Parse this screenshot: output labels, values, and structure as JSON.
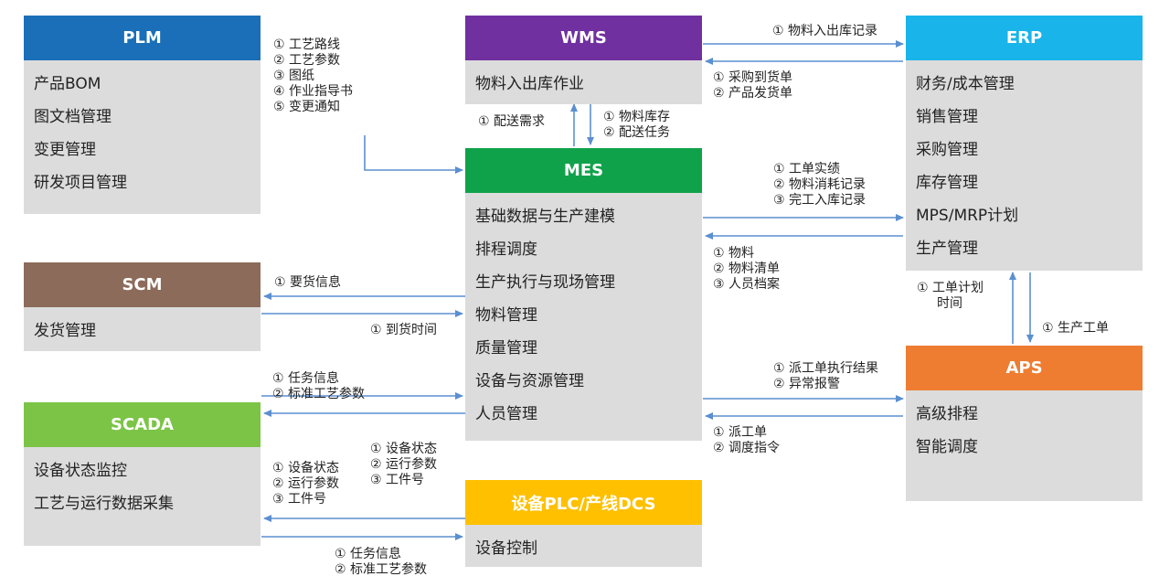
{
  "colors": {
    "plm": "#1a6fb8",
    "wms": "#7030a0",
    "erp": "#18b4ea",
    "mes": "#10a24a",
    "scm": "#8c6b5a",
    "scada": "#7cc446",
    "aps": "#ee7d31",
    "plc": "#ffc000",
    "box_body": "#dcdcdc",
    "arrow": "#5b8fd0"
  },
  "boxes": {
    "plm": {
      "title": "PLM",
      "items": [
        "产品BOM",
        "图文档管理",
        "变更管理",
        "研发项目管理"
      ]
    },
    "wms": {
      "title": "WMS",
      "items": [
        "物料入出库作业"
      ]
    },
    "erp": {
      "title": "ERP",
      "items": [
        "财务/成本管理",
        "销售管理",
        "采购管理",
        "库存管理",
        "MPS/MRP计划",
        "生产管理"
      ]
    },
    "mes": {
      "title": "MES",
      "items": [
        "基础数据与生产建模",
        "排程调度",
        "生产执行与现场管理",
        "物料管理",
        "质量管理",
        "设备与资源管理",
        "人员管理"
      ]
    },
    "scm": {
      "title": "SCM",
      "items": [
        "发货管理"
      ]
    },
    "scada": {
      "title": "SCADA",
      "items": [
        "设备状态监控",
        "工艺与运行数据采集"
      ]
    },
    "aps": {
      "title": "APS",
      "items": [
        "高级排程",
        "智能调度"
      ]
    },
    "plc": {
      "title": "设备PLC/产线DCS",
      "items": [
        "设备控制"
      ]
    }
  },
  "flows": {
    "plm_to_mes": [
      "① 工艺路线",
      "② 工艺参数",
      "③ 图纸",
      "④ 作业指导书",
      "⑤ 变更通知"
    ],
    "wms_to_erp": [
      "① 物料入出库记录"
    ],
    "erp_to_wms": [
      "① 采购到货单",
      "② 产品发货单"
    ],
    "mes_to_wms": [
      "① 配送需求"
    ],
    "wms_to_mes": [
      "① 物料库存",
      "② 配送任务"
    ],
    "mes_to_erp": [
      "① 工单实绩",
      "② 物料消耗记录",
      "③ 完工入库记录"
    ],
    "erp_to_mes": [
      "① 物料",
      "② 物料清单",
      "③ 人员档案"
    ],
    "mes_to_scm": [
      "① 要货信息"
    ],
    "scm_to_mes": [
      "① 到货时间"
    ],
    "aps_to_erp": [
      "① 工单计划",
      "时间"
    ],
    "erp_to_aps": [
      "① 生产工单"
    ],
    "aps_to_mes": [
      "① 派工单执行结果",
      "② 异常报警"
    ],
    "mes_to_aps": [
      "① 派工单",
      "② 调度指令"
    ],
    "mes_to_scada": [
      "① 任务信息",
      "② 标准工艺参数"
    ],
    "scada_to_mes": [
      "① 设备状态",
      "② 运行参数",
      "③ 工件号"
    ],
    "plc_to_scada": [
      "① 设备状态",
      "② 运行参数",
      "③ 工件号"
    ],
    "scada_to_plc": [
      "① 任务信息",
      "② 标准工艺参数"
    ]
  }
}
